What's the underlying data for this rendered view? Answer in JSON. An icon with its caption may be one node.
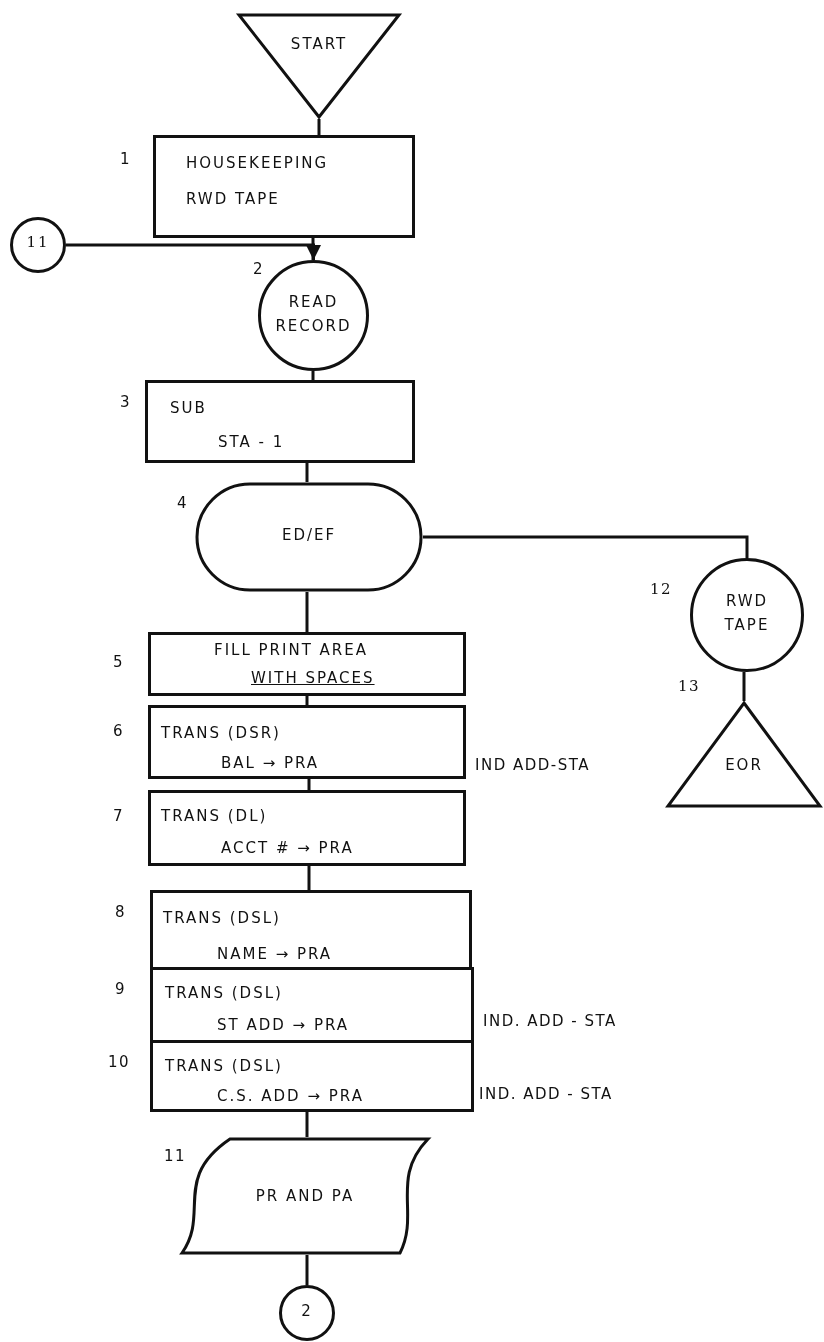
{
  "diagram": {
    "nodes": [
      {
        "text": [
          "START"
        ]
      },
      {
        "text": [
          "HOUSEKEEPING",
          "RWD TAPE"
        ],
        "beside": [
          "1"
        ]
      },
      {
        "text": [
          "11"
        ]
      },
      {
        "text": [
          "READ RECORD"
        ],
        "beside": [
          "2"
        ]
      },
      {
        "text": [
          "SUB",
          "STA - 1"
        ],
        "beside": [
          "3"
        ]
      },
      {
        "text": [
          "ED/EF"
        ],
        "beside": [
          "4"
        ]
      },
      {
        "text": [
          "FILL PRINT AREA",
          "WITH SPACES"
        ],
        "beside": [
          "5"
        ]
      },
      {
        "text": [
          "TRANS (DSR)",
          "BAL → PRA"
        ],
        "beside": [
          "6",
          "IND ADD-STA"
        ]
      },
      {
        "text": [
          "TRANS (DL)",
          "ACCT # → PRA"
        ],
        "beside": [
          "7"
        ]
      },
      {
        "text": [
          "TRANS (DSL)",
          "NAME → PRA"
        ],
        "beside": [
          "8"
        ]
      },
      {
        "text": [
          "TRANS (DSL)",
          "ST ADD → PRA"
        ],
        "beside": [
          "9",
          "IND. ADD - STA"
        ]
      },
      {
        "text": [
          "TRANS (DSL)",
          "C.S. ADD → PRA"
        ],
        "beside": [
          "10",
          "IND. ADD - STA"
        ]
      },
      {
        "text": [
          "PR AND PA"
        ],
        "beside": [
          "11"
        ]
      },
      {
        "text": [
          "2"
        ]
      },
      {
        "text": [
          "RWD TAPE"
        ],
        "beside": [
          "12"
        ]
      },
      {
        "text": [
          "EOR"
        ],
        "beside": [
          "13"
        ]
      }
    ],
    "edges": [
      {
        "from": 0,
        "to": 1,
        "arrow": "none"
      },
      {
        "from": 1,
        "to": 3,
        "arrow": "none"
      },
      {
        "from": 2,
        "to": 3,
        "arrow": "to"
      },
      {
        "from": 3,
        "to": 4,
        "arrow": "none"
      },
      {
        "from": 4,
        "to": 5,
        "arrow": "none"
      },
      {
        "from": 5,
        "to": 6,
        "arrow": "none"
      },
      {
        "from": 6,
        "to": 7,
        "arrow": "none"
      },
      {
        "from": 7,
        "to": 8,
        "arrow": "none"
      },
      {
        "from": 8,
        "to": 9,
        "arrow": "none"
      },
      {
        "from": 11,
        "to": 12,
        "arrow": "none"
      },
      {
        "from": 12,
        "to": 13,
        "arrow": "none"
      },
      {
        "from": 5,
        "to": 14,
        "arrow": "none"
      },
      {
        "from": 14,
        "to": 15,
        "arrow": "none"
      }
    ]
  }
}
